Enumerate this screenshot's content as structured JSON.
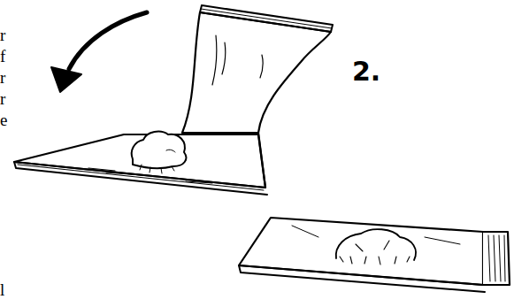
{
  "diagram": {
    "labels": [
      "r",
      "f",
      "r",
      "r",
      "e",
      "l",
      "2."
    ]
  }
}
